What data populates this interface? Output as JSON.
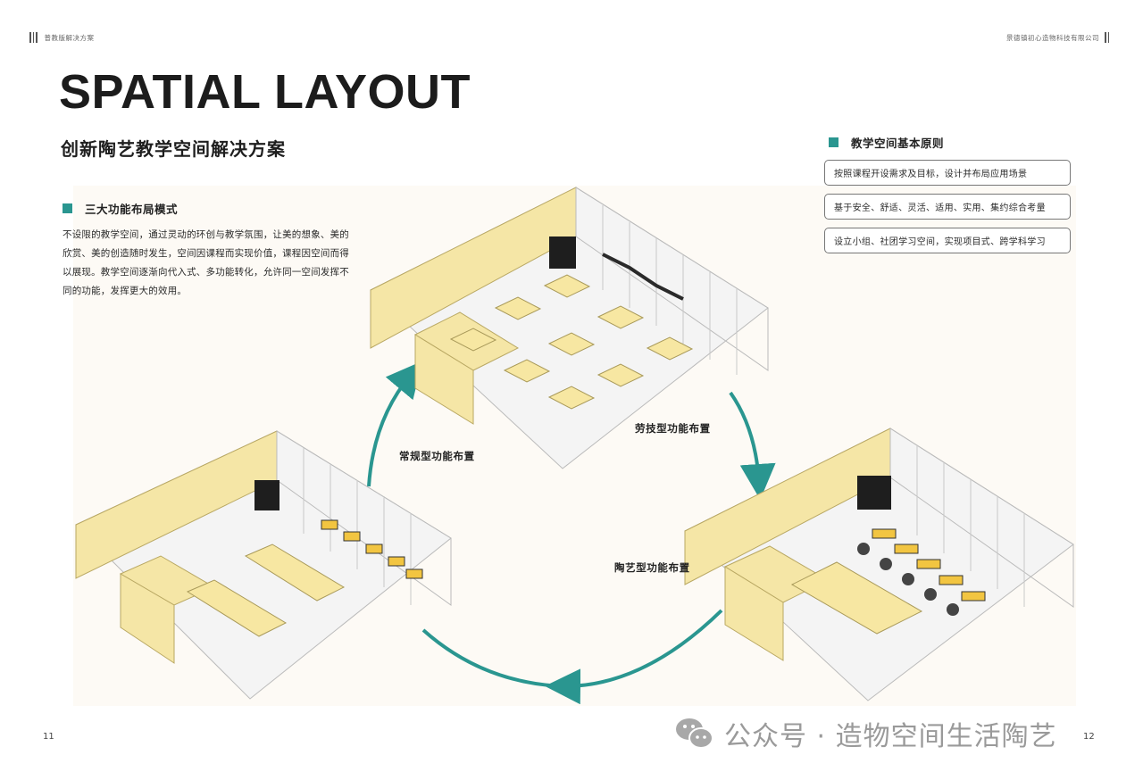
{
  "header": {
    "left_label": "普教版解决方案",
    "right_label": "景德镇初心造物科技有限公司"
  },
  "title": "SPATIAL LAYOUT",
  "subtitle": "创新陶艺教学空间解决方案",
  "layout_modes_section": {
    "heading": "三大功能布局模式",
    "body": "不设限的教学空间，通过灵动的环创与教学氛围，让美的想象、美的欣赏、美的创造随时发生，空间因课程而实现价值，课程因空间而得以展现。教学空间逐渐向代入式、多功能转化，允许同一空间发挥不同的功能，发挥更大的效用。"
  },
  "principles_section": {
    "heading": "教学空间基本原则",
    "items": [
      "按照课程开设需求及目标，设计并布局应用场景",
      "基于安全、舒适、灵活、适用、实用、集约综合考量",
      "设立小组、社团学习空间，实现项目式、跨学科学习"
    ]
  },
  "diagram": {
    "modes": [
      {
        "label": "劳技型功能布置",
        "position": "top-center"
      },
      {
        "label": "常规型功能布置",
        "position": "bottom-left"
      },
      {
        "label": "陶艺型功能布置",
        "position": "bottom-right"
      }
    ],
    "cycle_direction": "clockwise",
    "colors": {
      "accent": "#2a9690",
      "cabinet_yellow": "#f5e6a6",
      "table_yellow": "#f7e7a2",
      "wheel_table_yellow": "#f2c541",
      "dark_equipment": "#1e1e1e",
      "floor": "#f4f4f4",
      "glass_frame": "#b9b9b9"
    }
  },
  "footer": {
    "page_left": "11",
    "page_right": "12",
    "watermark": "公众号 · 造物空间生活陶艺"
  }
}
